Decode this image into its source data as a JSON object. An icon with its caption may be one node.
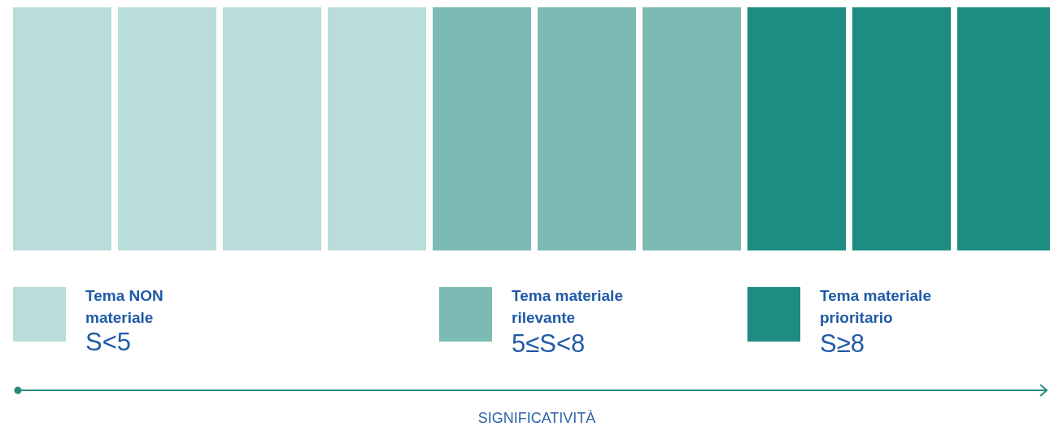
{
  "diagram": {
    "nodes": [
      {
        "text": [],
        "shape": "bar"
      },
      {
        "text": [],
        "shape": "bar"
      },
      {
        "text": [],
        "shape": "bar"
      },
      {
        "text": [],
        "shape": "bar"
      },
      {
        "text": [],
        "shape": "bar"
      },
      {
        "text": [],
        "shape": "bar"
      },
      {
        "text": [],
        "shape": "bar"
      },
      {
        "text": [],
        "shape": "bar"
      },
      {
        "text": [],
        "shape": "bar"
      },
      {
        "text": [],
        "shape": "bar"
      }
    ],
    "legend": [
      {
        "text": "Tema NON materiale",
        "color": "#b9ddd9"
      },
      {
        "text": "Tema materiale rilevante",
        "color": "#7bbbb3"
      },
      {
        "text": "Tema materiale prioritario",
        "color": "#1f8c82"
      }
    ],
    "labels": [
      "S<5",
      "5≤S<8",
      "S≥8",
      "SIGNIFICATIVITÀ"
    ]
  }
}
